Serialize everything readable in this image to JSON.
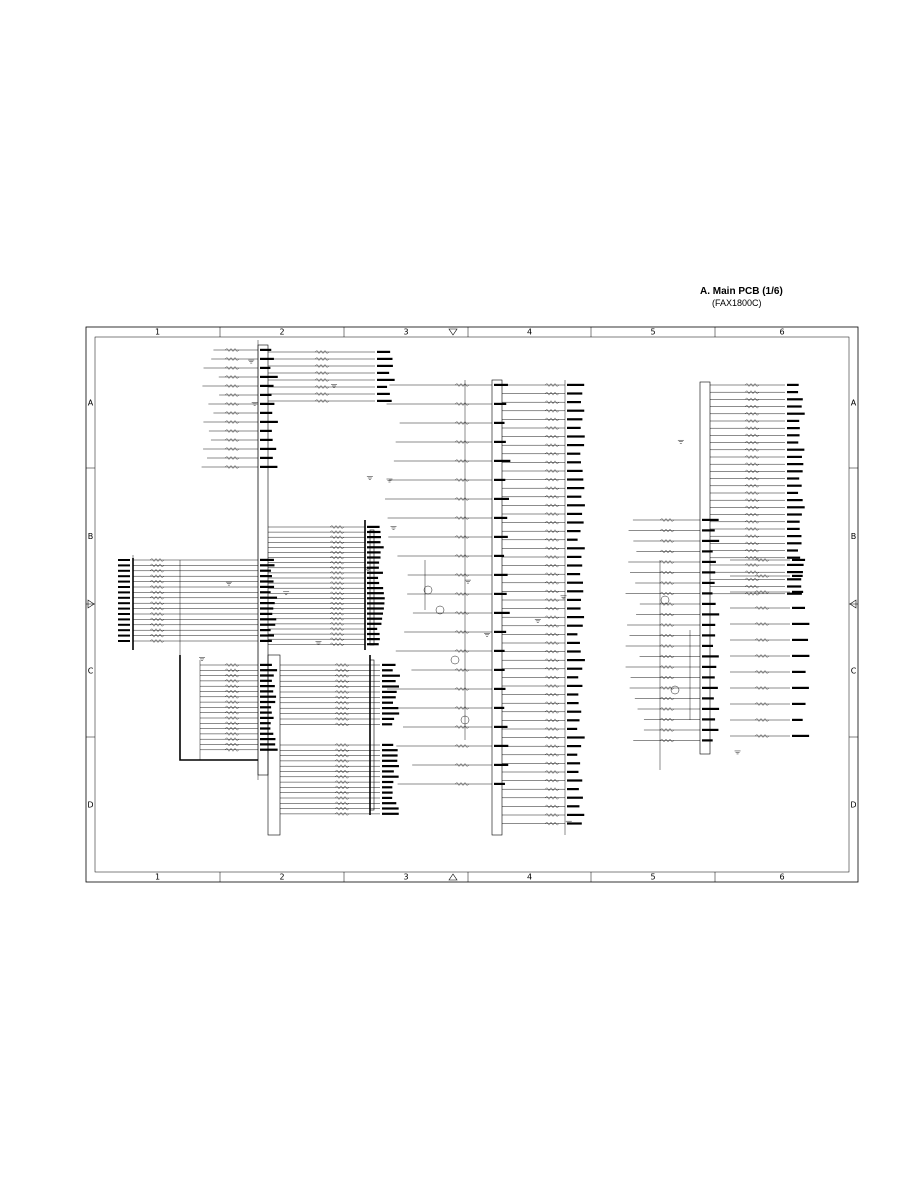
{
  "page": {
    "title": "A. Main PCB (1/6)",
    "subtitle": "(FAX1800C)"
  },
  "grid": {
    "columns": [
      "1",
      "2",
      "3",
      "4",
      "5",
      "6"
    ],
    "rows": [
      "A",
      "B",
      "C",
      "D"
    ]
  },
  "colors": {
    "line": "#000000",
    "background": "#ffffff"
  }
}
